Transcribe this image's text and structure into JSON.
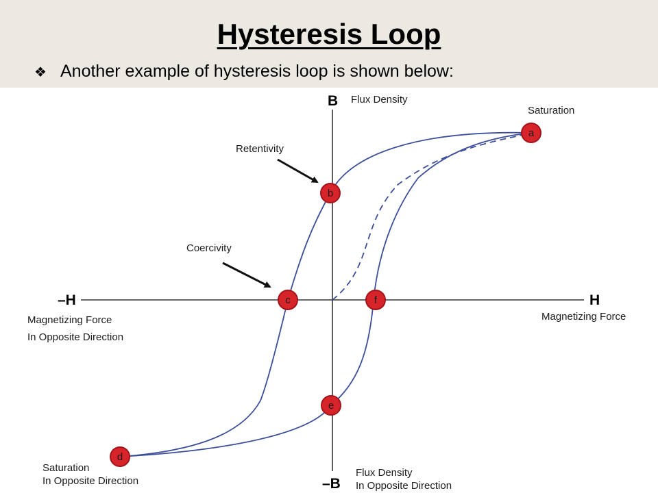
{
  "slide": {
    "title": "Hysteresis Loop",
    "bullet_icon": "diamond-bullet-icon",
    "bullet_text": "Another example of hysteresis loop is shown below:"
  },
  "diagram": {
    "axes": {
      "pos_y": "B",
      "pos_y_caption": "Flux Density",
      "neg_y": "–B",
      "neg_y_caption_line1": "Flux Density",
      "neg_y_caption_line2": "In Opposite Direction",
      "pos_x": "H",
      "pos_x_caption": "Magnetizing Force",
      "neg_x": "–H",
      "neg_x_caption_line1": "Magnetizing Force",
      "neg_x_caption_line2": "In Opposite Direction"
    },
    "labels": {
      "saturation": "Saturation",
      "retentivity": "Retentivity",
      "coercivity": "Coercivity",
      "saturation_opposite_line1": "Saturation",
      "saturation_opposite_line2": "In Opposite Direction"
    },
    "points": [
      "a",
      "b",
      "c",
      "d",
      "e",
      "f"
    ],
    "colors": {
      "curve": "#3d4f9b",
      "marker_fill": "#d6242a",
      "marker_stroke": "#a11419"
    }
  }
}
